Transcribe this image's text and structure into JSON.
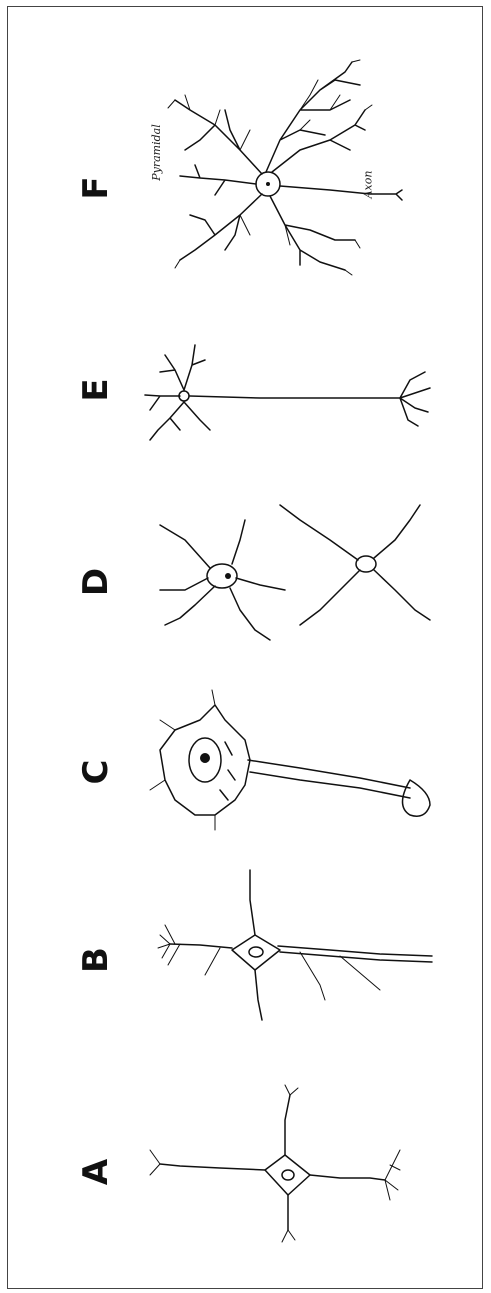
{
  "panels": [
    {
      "id": "F",
      "label": "F"
    },
    {
      "id": "E",
      "label": "E"
    },
    {
      "id": "D",
      "label": "D"
    },
    {
      "id": "C",
      "label": "C"
    },
    {
      "id": "B",
      "label": "B"
    },
    {
      "id": "A",
      "label": "A"
    }
  ],
  "annotations": {
    "pyramidal": "Pyramidal",
    "axon": "Axon"
  }
}
